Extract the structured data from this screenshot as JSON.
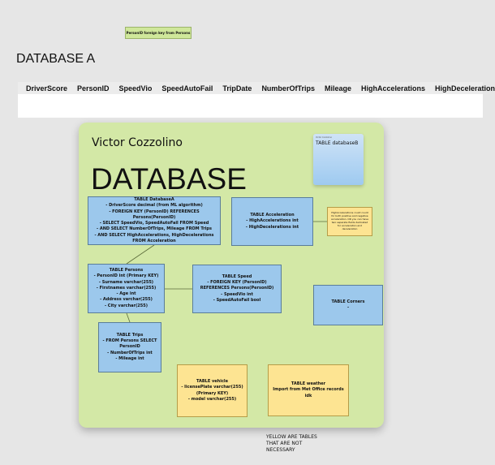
{
  "fk_note": "PersonID foreign key from Persons",
  "page_title": "DATABASE A",
  "table_columns": [
    "DriverScore",
    "PersonID",
    "SpeedVio",
    "SpeedAutoFail",
    "TripDate",
    "NumberOfTrips",
    "Mileage",
    "HighAccelerations",
    "HighDecelerations"
  ],
  "board": {
    "author": "Victor Cozzolino",
    "heading": "DATABASE",
    "sticky": {
      "author": "Victor Cozzolino",
      "text": "TABLE databaseB"
    },
    "acceleration_note": "HighAccelerations could count for both positive and negative acceleration. OR you can have two separate fields dedicated for acceleration and deceleration",
    "tables": {
      "databaseA": [
        "TABLE DatabaseA",
        "- DriverScore decimal (from ML algorithm)",
        "- FOREIGN KEY (PersonID) REFERENCES Persons(PersonID)",
        "- SELECT SpeedVio, SpeedAutoFail FROM Speed",
        "- AND SELECT NumberOfTrips, Mileage FROM Trips",
        "- AND SELECT HighAccelerations, HighDecelerations FROM Acceleration"
      ],
      "acceleration": [
        "TABLE Acceleration",
        "- HighAccelerations int",
        "- HighDecelerations int"
      ],
      "persons": [
        "TABLE Persons",
        "- PersonID int (Primary KEY)",
        "- Surname varchar(255)",
        "- Firstnames varchar(255)",
        "- Age int",
        "- Address varchar(255)",
        "- City varchar(255)"
      ],
      "speed": [
        "TABLE Speed",
        "- FOREIGN KEY (PersonID) REFERENCES Persons(PersonID)",
        "- SpeedVio int",
        "- SpeedAutoFail bool"
      ],
      "corners": [
        "TABLE Corners",
        "-"
      ],
      "trips": [
        "TABLE Trips",
        "- FROM Persons SELECT PersonID",
        "- NumberOfTrips int",
        "- Mileage int"
      ],
      "vehicle": [
        "TABLE vehicle",
        "- licensePlate varchar(255) (Primary KEY)",
        "- model varchar(255)"
      ],
      "weather": [
        "TABLE weather",
        "Import from Met Office records idk"
      ]
    },
    "colors": {
      "board": "#d3e8a6",
      "table": "#9cc8ec",
      "optional_table": "#fde492"
    }
  },
  "footer_note": "YELLOW ARE TABLES\nTHAT ARE NOT\nNECESSARY"
}
